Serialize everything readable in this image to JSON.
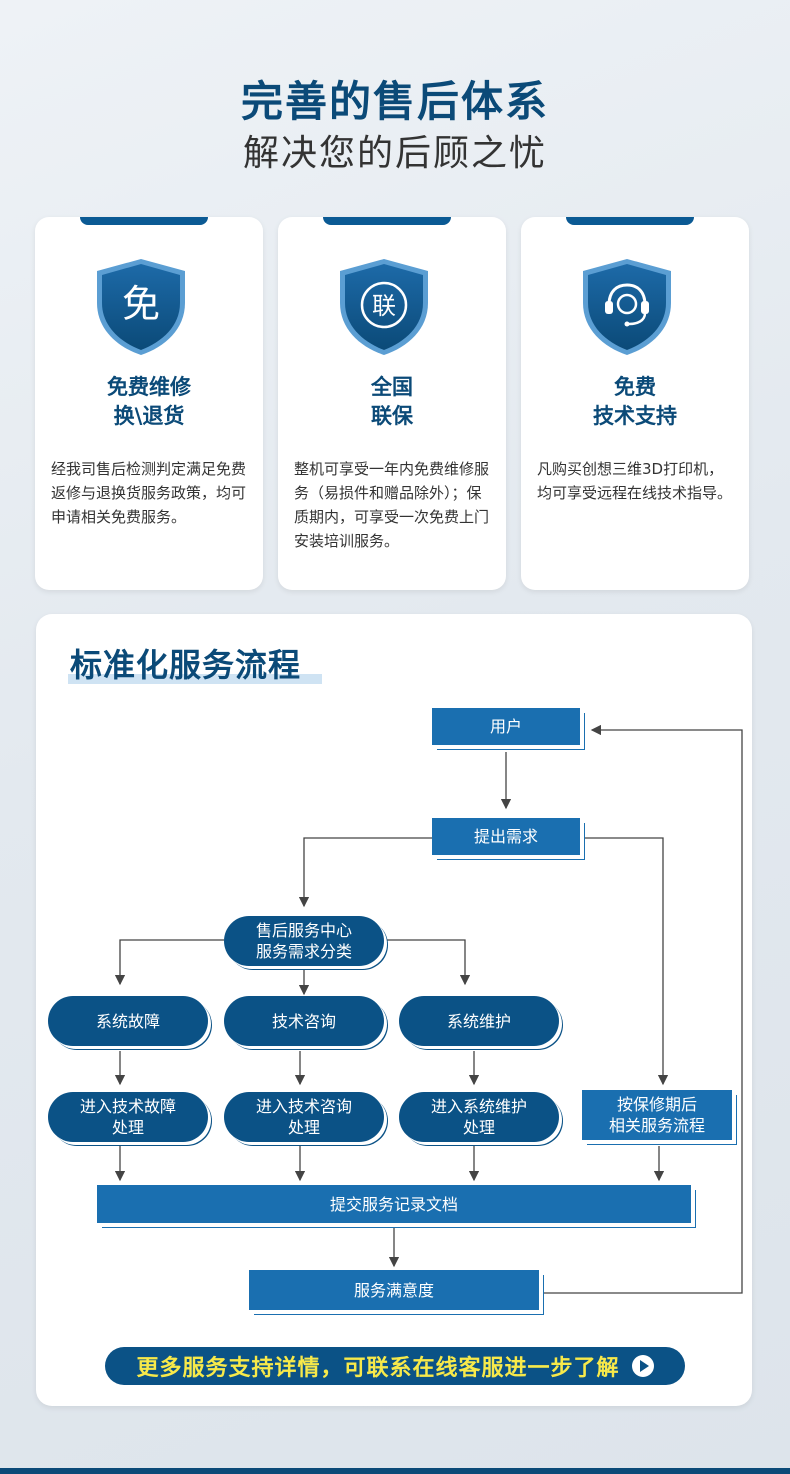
{
  "hero": {
    "title": "完善的售后体系",
    "subtitle": "解决您的后顾之忧"
  },
  "cards": [
    {
      "icon_char": "免",
      "icon": "shield-free-icon",
      "title_l1": "免费维修",
      "title_l2": "换\\退货",
      "desc": "经我司售后检测判定满足免费返修与退换货服务政策，均可申请相关免费服务。"
    },
    {
      "icon_char": "联",
      "icon": "shield-warranty-icon",
      "title_l1": "全国",
      "title_l2": "联保",
      "desc": "整机可享受一年内免费维修服务（易损件和赠品除外）；保质期内，可享受一次免费上门安装培训服务。"
    },
    {
      "icon_char": "",
      "icon": "shield-headset-icon",
      "title_l1": "免费",
      "title_l2": "技术支持",
      "desc": "凡购买创想三维3D打印机，均可享受远程在线技术指导。"
    }
  ],
  "process": {
    "title": "标准化服务流程",
    "user": "用户",
    "request": "提出需求",
    "center_l1": "售后服务中心",
    "center_l2": "服务需求分类",
    "fault": "系统故障",
    "consult": "技术咨询",
    "maint": "系统维护",
    "fault_proc_l1": "进入技术故障",
    "fault_proc_l2": "处理",
    "consult_proc_l1": "进入技术咨询",
    "consult_proc_l2": "处理",
    "maint_proc_l1": "进入系统维护",
    "maint_proc_l2": "处理",
    "warranty_l1": "按保修期后",
    "warranty_l2": "相关服务流程",
    "record": "提交服务记录文档",
    "satisfaction": "服务满意度"
  },
  "cta": {
    "label": "更多服务支持详情，可联系在线客服进一步了解"
  },
  "colors": {
    "brand_dark": "#0b4a78",
    "box_blue": "#1a6fb0",
    "pill_blue": "#0b5286",
    "cta_text": "#f7e94a"
  }
}
